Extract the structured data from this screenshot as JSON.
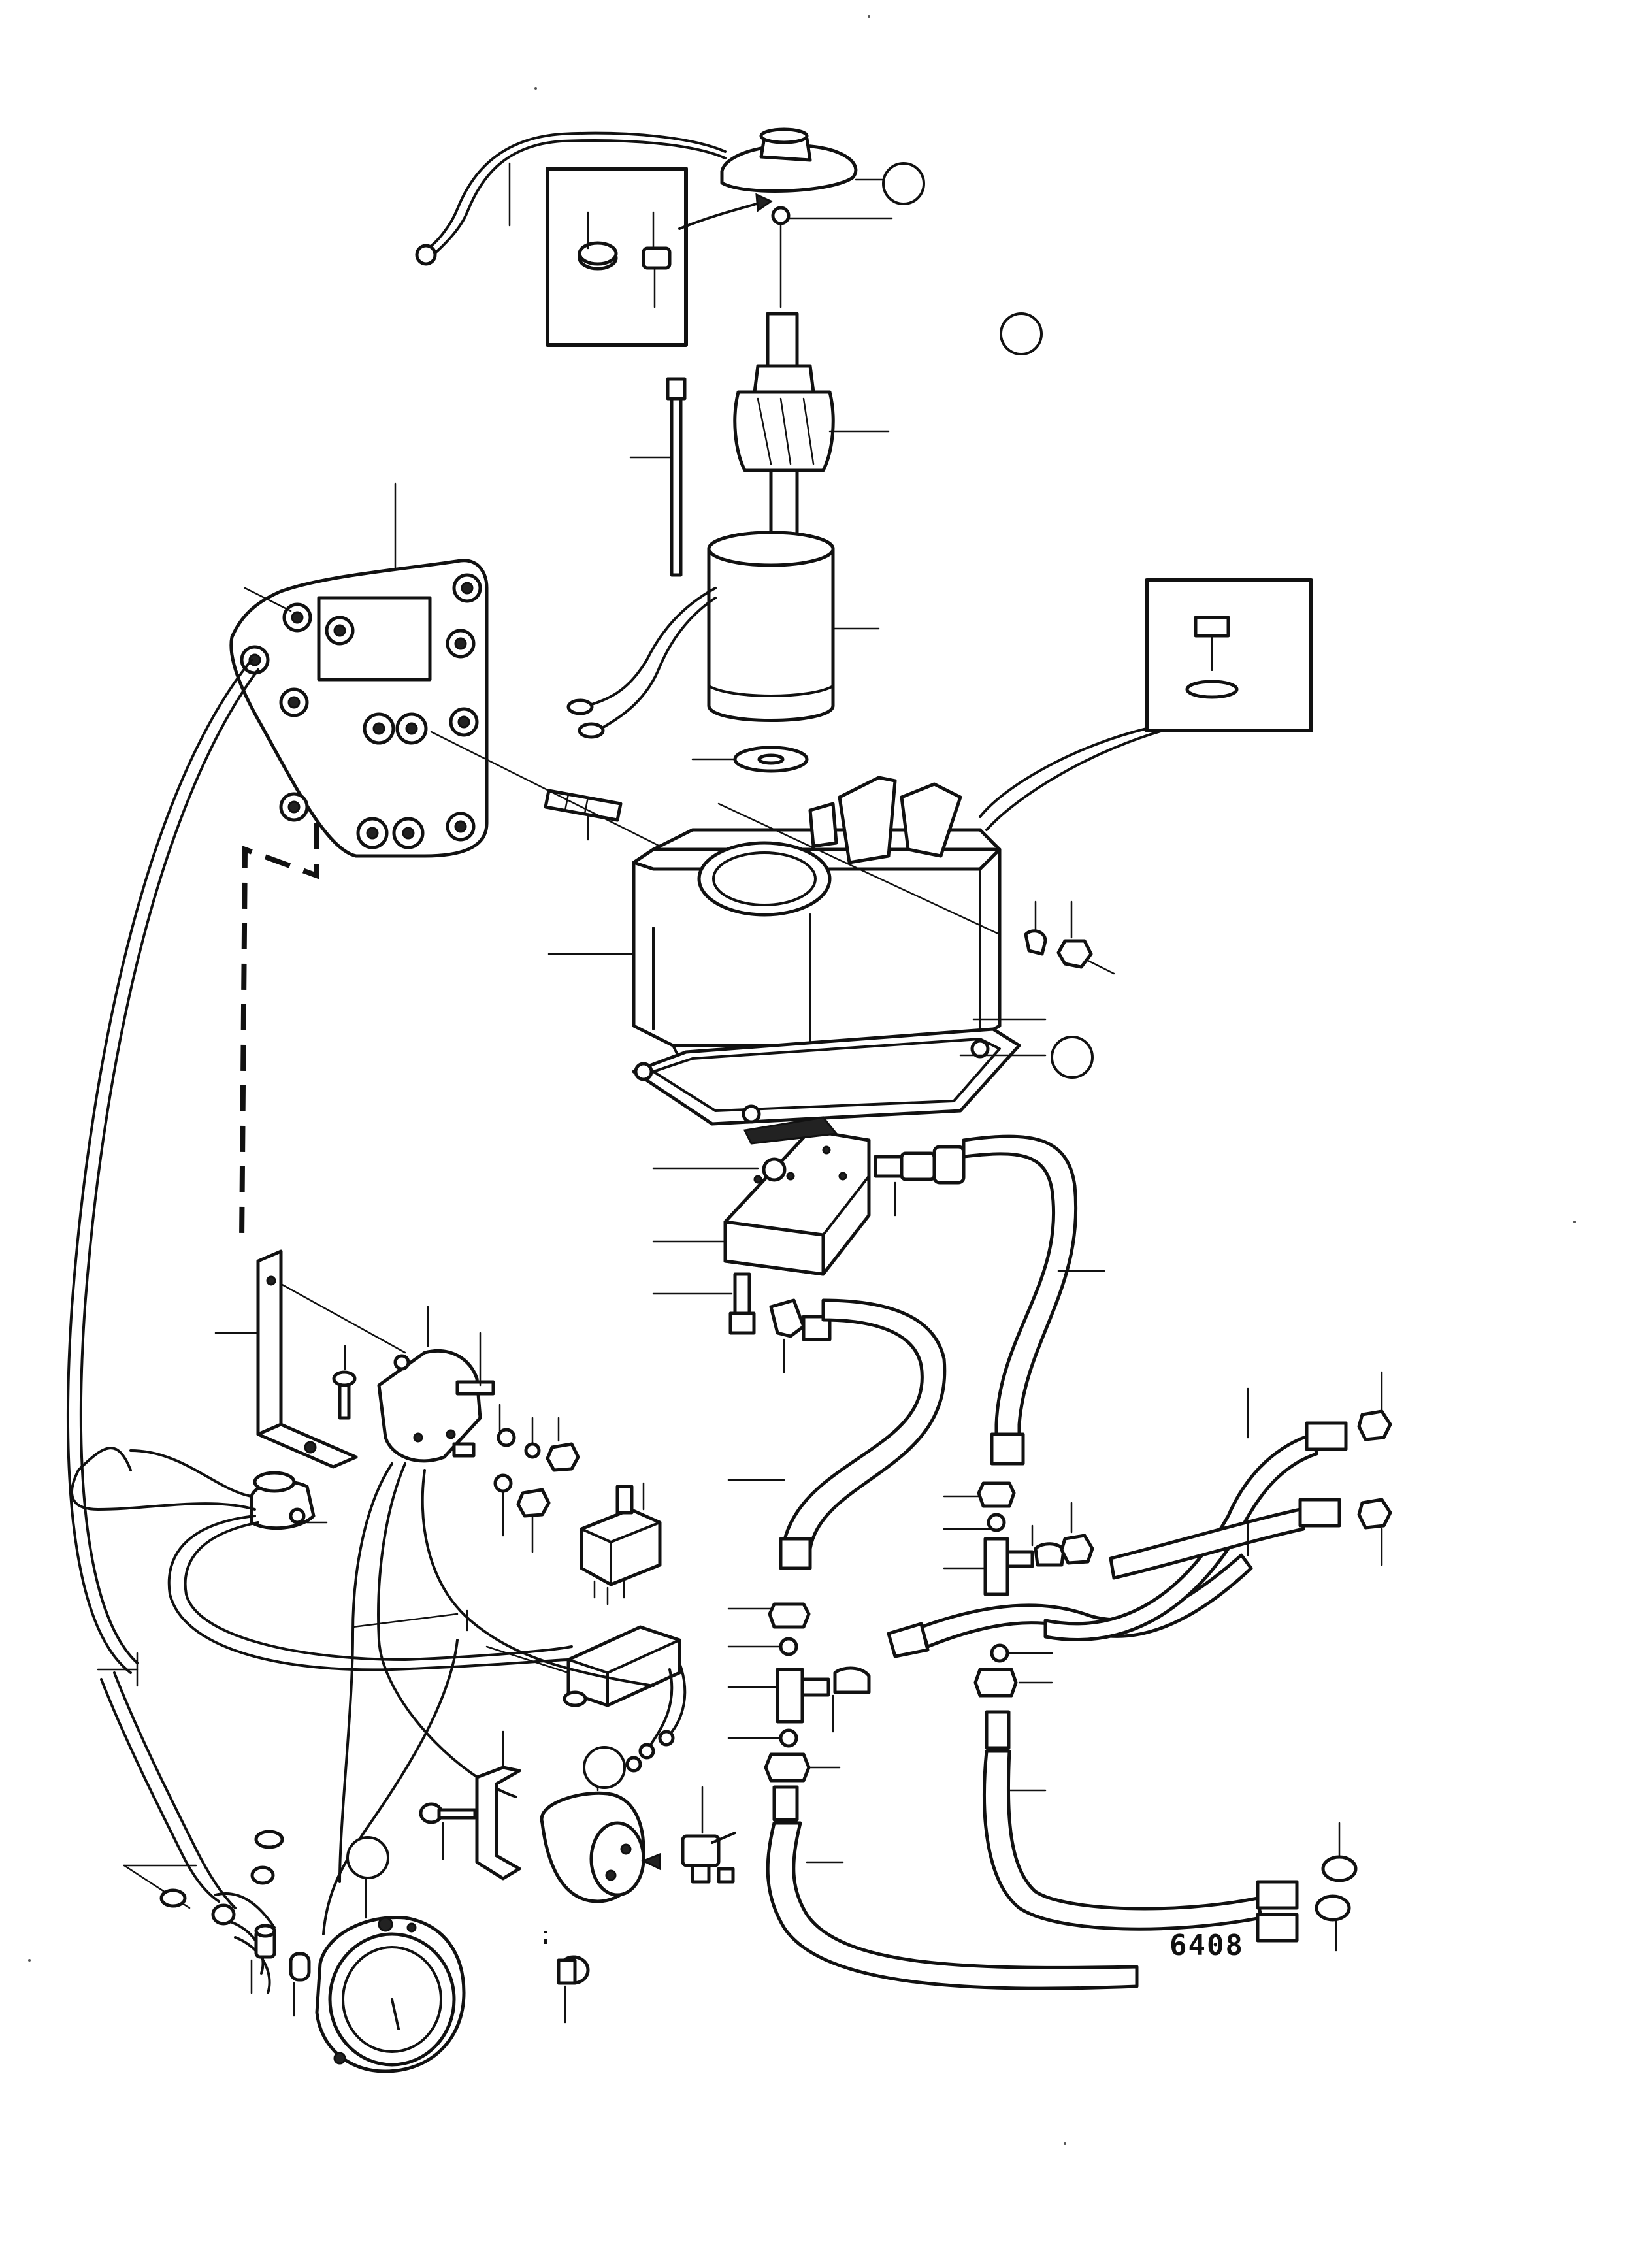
{
  "diagram": {
    "reference_number": "6408"
  },
  "callout_circles": [
    {
      "id": "callout-top-pulsar"
    },
    {
      "id": "callout-top-right"
    },
    {
      "id": "callout-gasket"
    },
    {
      "id": "callout-gauge-small"
    },
    {
      "id": "callout-gauge-large"
    }
  ]
}
